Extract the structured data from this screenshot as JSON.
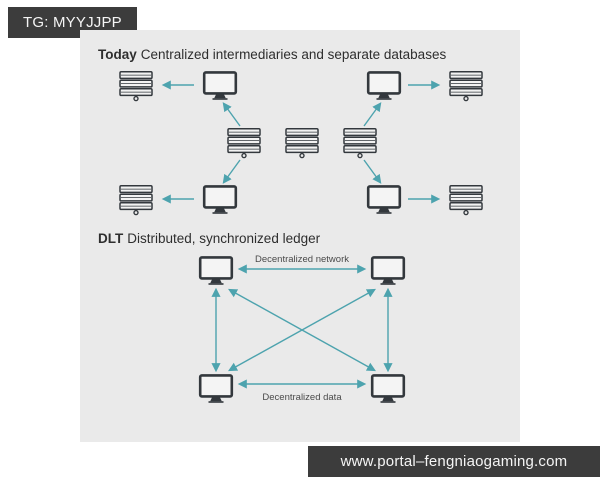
{
  "badges": {
    "top_left": "TG: MYYJJPP",
    "bottom_right": "www.portal–fengniaogaming.com"
  },
  "sections": {
    "today": {
      "bold": "Today",
      "text": "Centralized intermediaries and separate databases"
    },
    "dlt": {
      "bold": "DLT",
      "text": "Distributed, synchronized ledger",
      "label_top": "Decentralized network",
      "label_bottom": "Decentralized data"
    }
  },
  "icons": {
    "server": "server-database-icon",
    "monitor": "computer-monitor-icon"
  },
  "colors": {
    "arrow": "#4da3ae",
    "icon_stroke": "#33383d",
    "panel_bg": "#eaeaea",
    "badge_bg": "#3c3c3c",
    "badge_text": "#f5f5f5"
  }
}
